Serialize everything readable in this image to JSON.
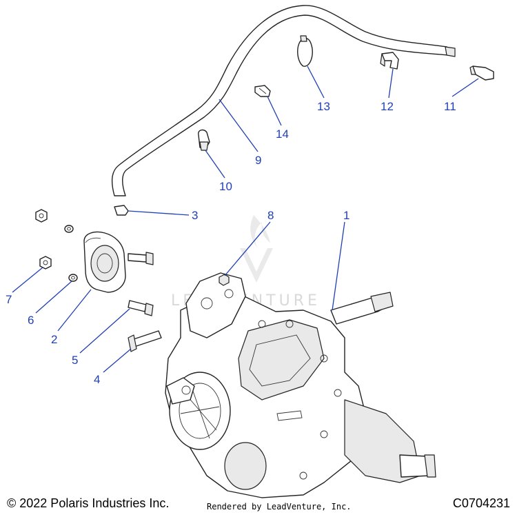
{
  "watermark": {
    "text": "LEADVENTURE"
  },
  "callouts": [
    {
      "id": "1",
      "label": "1"
    },
    {
      "id": "2",
      "label": "2"
    },
    {
      "id": "3",
      "label": "3"
    },
    {
      "id": "4",
      "label": "4"
    },
    {
      "id": "5",
      "label": "5"
    },
    {
      "id": "6",
      "label": "6"
    },
    {
      "id": "7",
      "label": "7"
    },
    {
      "id": "8",
      "label": "8"
    },
    {
      "id": "9",
      "label": "9"
    },
    {
      "id": "10",
      "label": "10"
    },
    {
      "id": "11",
      "label": "11"
    },
    {
      "id": "12",
      "label": "12"
    },
    {
      "id": "13",
      "label": "13"
    },
    {
      "id": "14",
      "label": "14"
    }
  ],
  "footer": {
    "copyright": "© 2022 Polaris Industries Inc.",
    "rendered_by": "Rendered by LeadVenture, Inc.",
    "diagram_code": "C0704231"
  },
  "colors": {
    "callout": "#1f3fb4",
    "line_art": "#222222",
    "watermark": "#d9d9d9"
  }
}
